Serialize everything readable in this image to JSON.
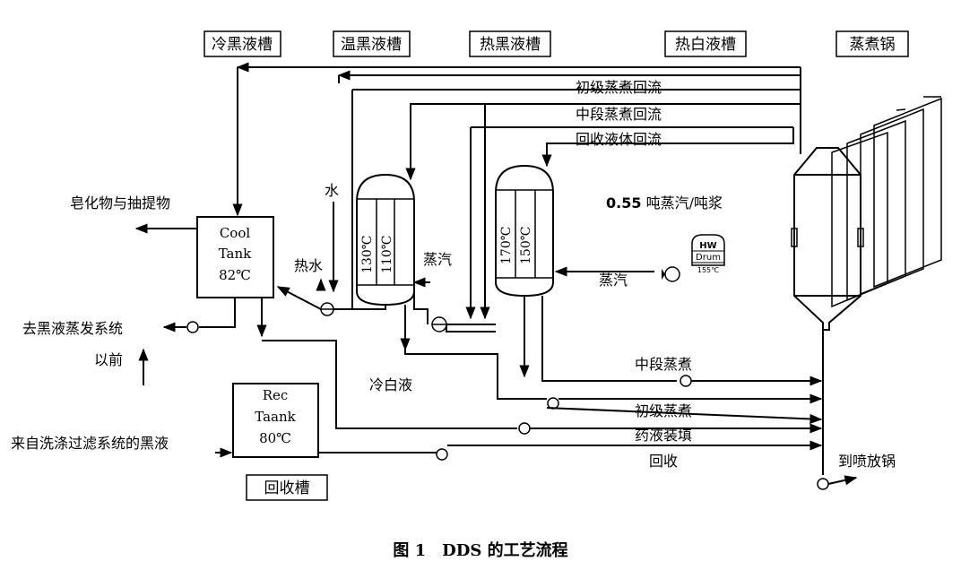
{
  "headers": {
    "cold_black": "冷黑液槽",
    "warm_black": "温黑液槽",
    "hot_black": "热黑液槽",
    "hot_white": "热白液槽",
    "digester": "蒸煮锅"
  },
  "returns": {
    "initial": "初级蒸煮回流",
    "middle": "中段蒸煮回流",
    "recovered": "回收液体回流"
  },
  "steam_ratio": {
    "value": "0.55",
    "unit": "吨蒸汽/吨浆"
  },
  "hw_drum": {
    "line1": "HW",
    "line2": "Drum",
    "line3": "155℃"
  },
  "labels": {
    "water": "水",
    "hot_water": "热水",
    "steam1": "蒸汽",
    "steam2": "蒸汽",
    "soap": "皂化物与抽提物",
    "to_evap": "去黑液蒸发系统",
    "before": "以前",
    "cold_white": "冷白液",
    "from_wash": "来自洗涤过滤系统的黑液",
    "to_blow": "到喷放锅"
  },
  "cool_tank": {
    "l1": "Cool",
    "l2": "Tank",
    "l3": "82℃"
  },
  "rec_tank": {
    "l1": "Rec",
    "l2": "Taank",
    "l3": "80℃"
  },
  "rec_caption": "回收槽",
  "tank1": {
    "t1": "130℃",
    "t2": "110℃"
  },
  "tank2": {
    "t1": "170℃",
    "t2": "150℃"
  },
  "flows": {
    "middle": "中段蒸煮",
    "initial": "初级蒸煮",
    "fill": "药液装填",
    "recover": "回收"
  },
  "caption": "图 1　DDS 的工艺流程"
}
